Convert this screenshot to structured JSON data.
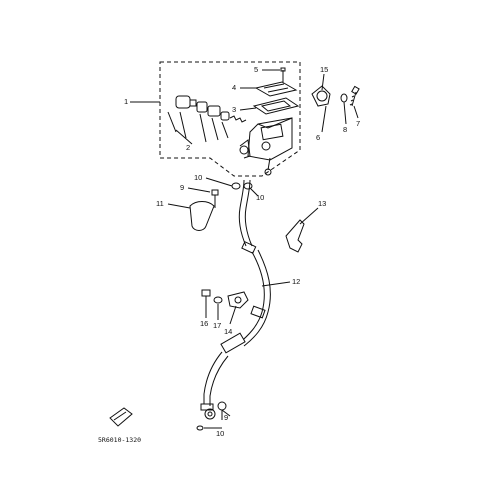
{
  "diagram": {
    "drawing_code": "5R6010-1320",
    "callouts": [
      {
        "id": "c1",
        "text": "1"
      },
      {
        "id": "c2",
        "text": "2"
      },
      {
        "id": "c3",
        "text": "3"
      },
      {
        "id": "c4",
        "text": "4"
      },
      {
        "id": "c5",
        "text": "5"
      },
      {
        "id": "c6",
        "text": "6"
      },
      {
        "id": "c7",
        "text": "7"
      },
      {
        "id": "c8",
        "text": "8"
      },
      {
        "id": "c9a",
        "text": "9"
      },
      {
        "id": "c9b",
        "text": "9"
      },
      {
        "id": "c10a",
        "text": "10"
      },
      {
        "id": "c10b",
        "text": "10"
      },
      {
        "id": "c10c",
        "text": "10"
      },
      {
        "id": "c11",
        "text": "11"
      },
      {
        "id": "c12",
        "text": "12"
      },
      {
        "id": "c13",
        "text": "13"
      },
      {
        "id": "c14",
        "text": "14"
      },
      {
        "id": "c15",
        "text": "15"
      },
      {
        "id": "c16",
        "text": "16"
      },
      {
        "id": "c17",
        "text": "17"
      }
    ],
    "colors": {
      "ink": "#111111",
      "paper": "#ffffff"
    }
  }
}
